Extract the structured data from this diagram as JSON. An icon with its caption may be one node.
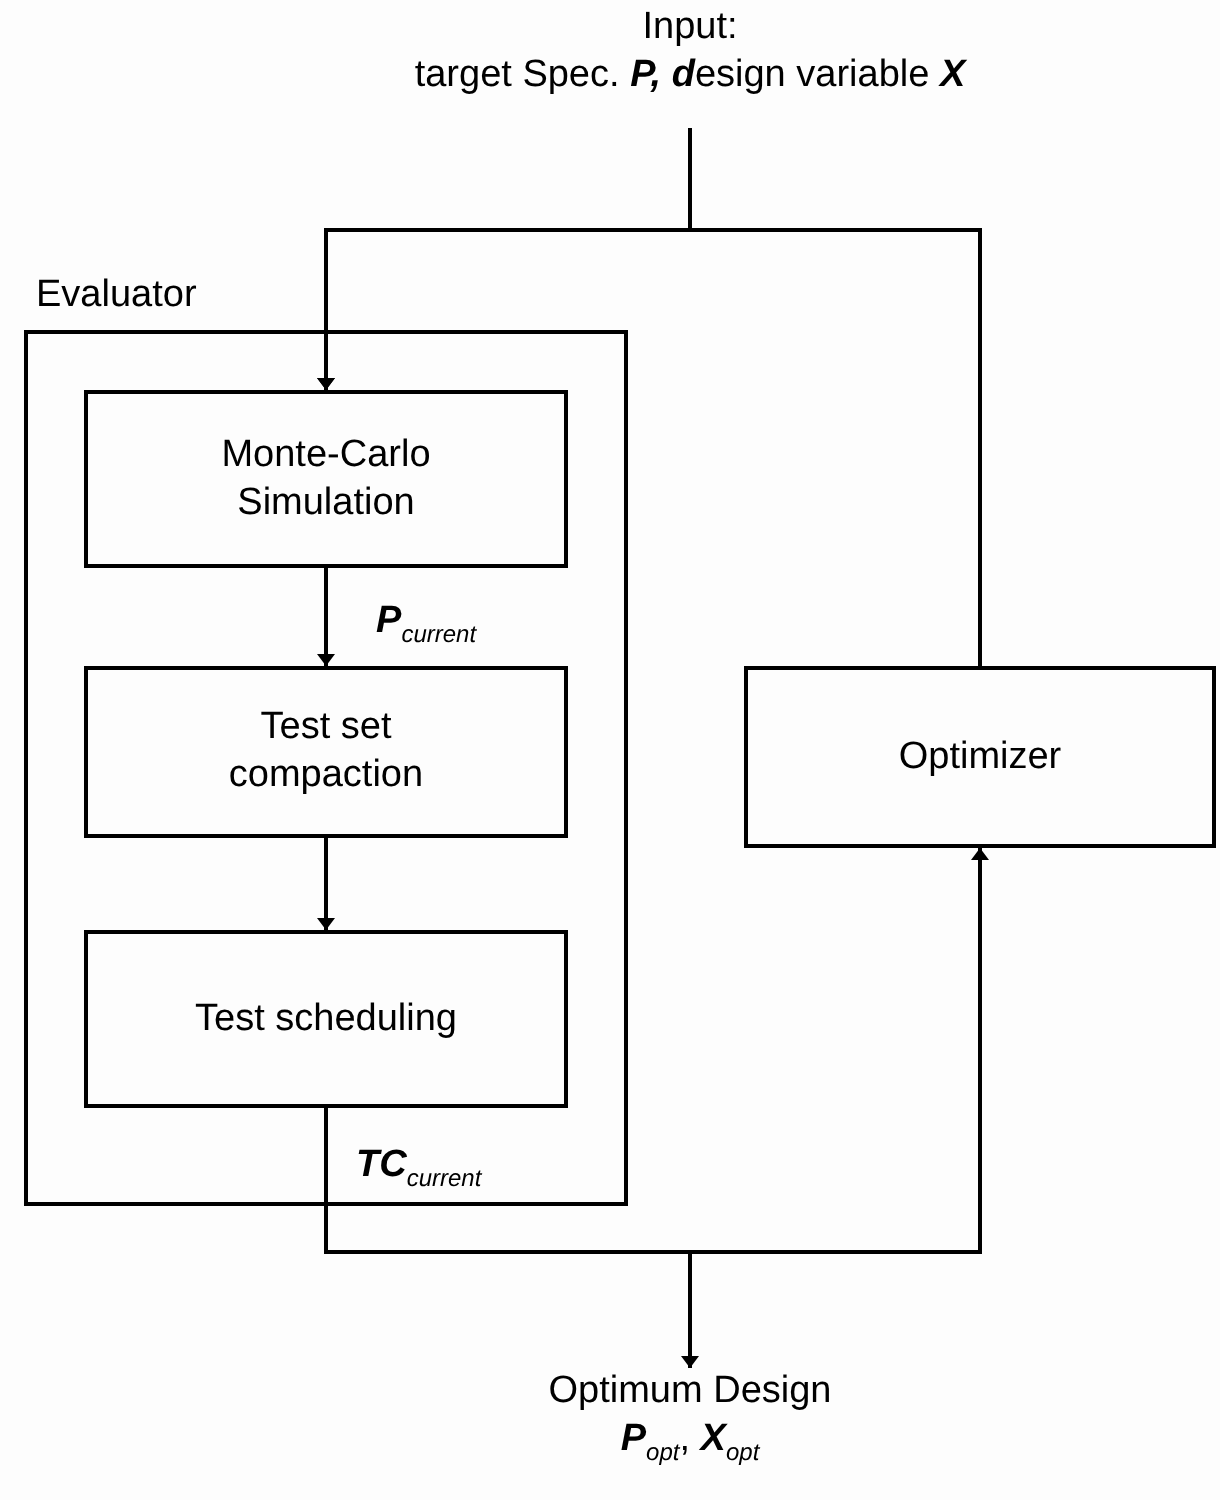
{
  "diagram": {
    "nodes": [
      {
        "text": [
          "Input:",
          "target Spec. **P, d**esign variable **X**"
        ]
      },
      {
        "text": [
          "Evaluator"
        ]
      },
      {
        "text": [
          "Monte-Carlo Simulation"
        ],
        "in": 1
      },
      {
        "text": [
          "Test set compaction"
        ],
        "in": 1
      },
      {
        "text": [
          "Test scheduling"
        ],
        "in": 1
      },
      {
        "text": [
          "Optimizer"
        ]
      },
      {
        "text": [
          "Optimum Design",
          "**P**$_{opt}$, **X**$_{opt}$"
        ]
      }
    ],
    "edges": [
      {
        "from": 0,
        "to": 2,
        "arrow": "to"
      },
      {
        "from": 5,
        "to": 2,
        "arrow": "to"
      },
      {
        "from": 2,
        "to": 3,
        "arrow": "to",
        "label": "**P**$_{current}$"
      },
      {
        "from": 3,
        "to": 4,
        "arrow": "to"
      },
      {
        "from": 4,
        "to": 5,
        "arrow": "to",
        "label": "**TC**$_{current}$"
      },
      {
        "from": 4,
        "to": 6,
        "arrow": "to"
      }
    ]
  }
}
